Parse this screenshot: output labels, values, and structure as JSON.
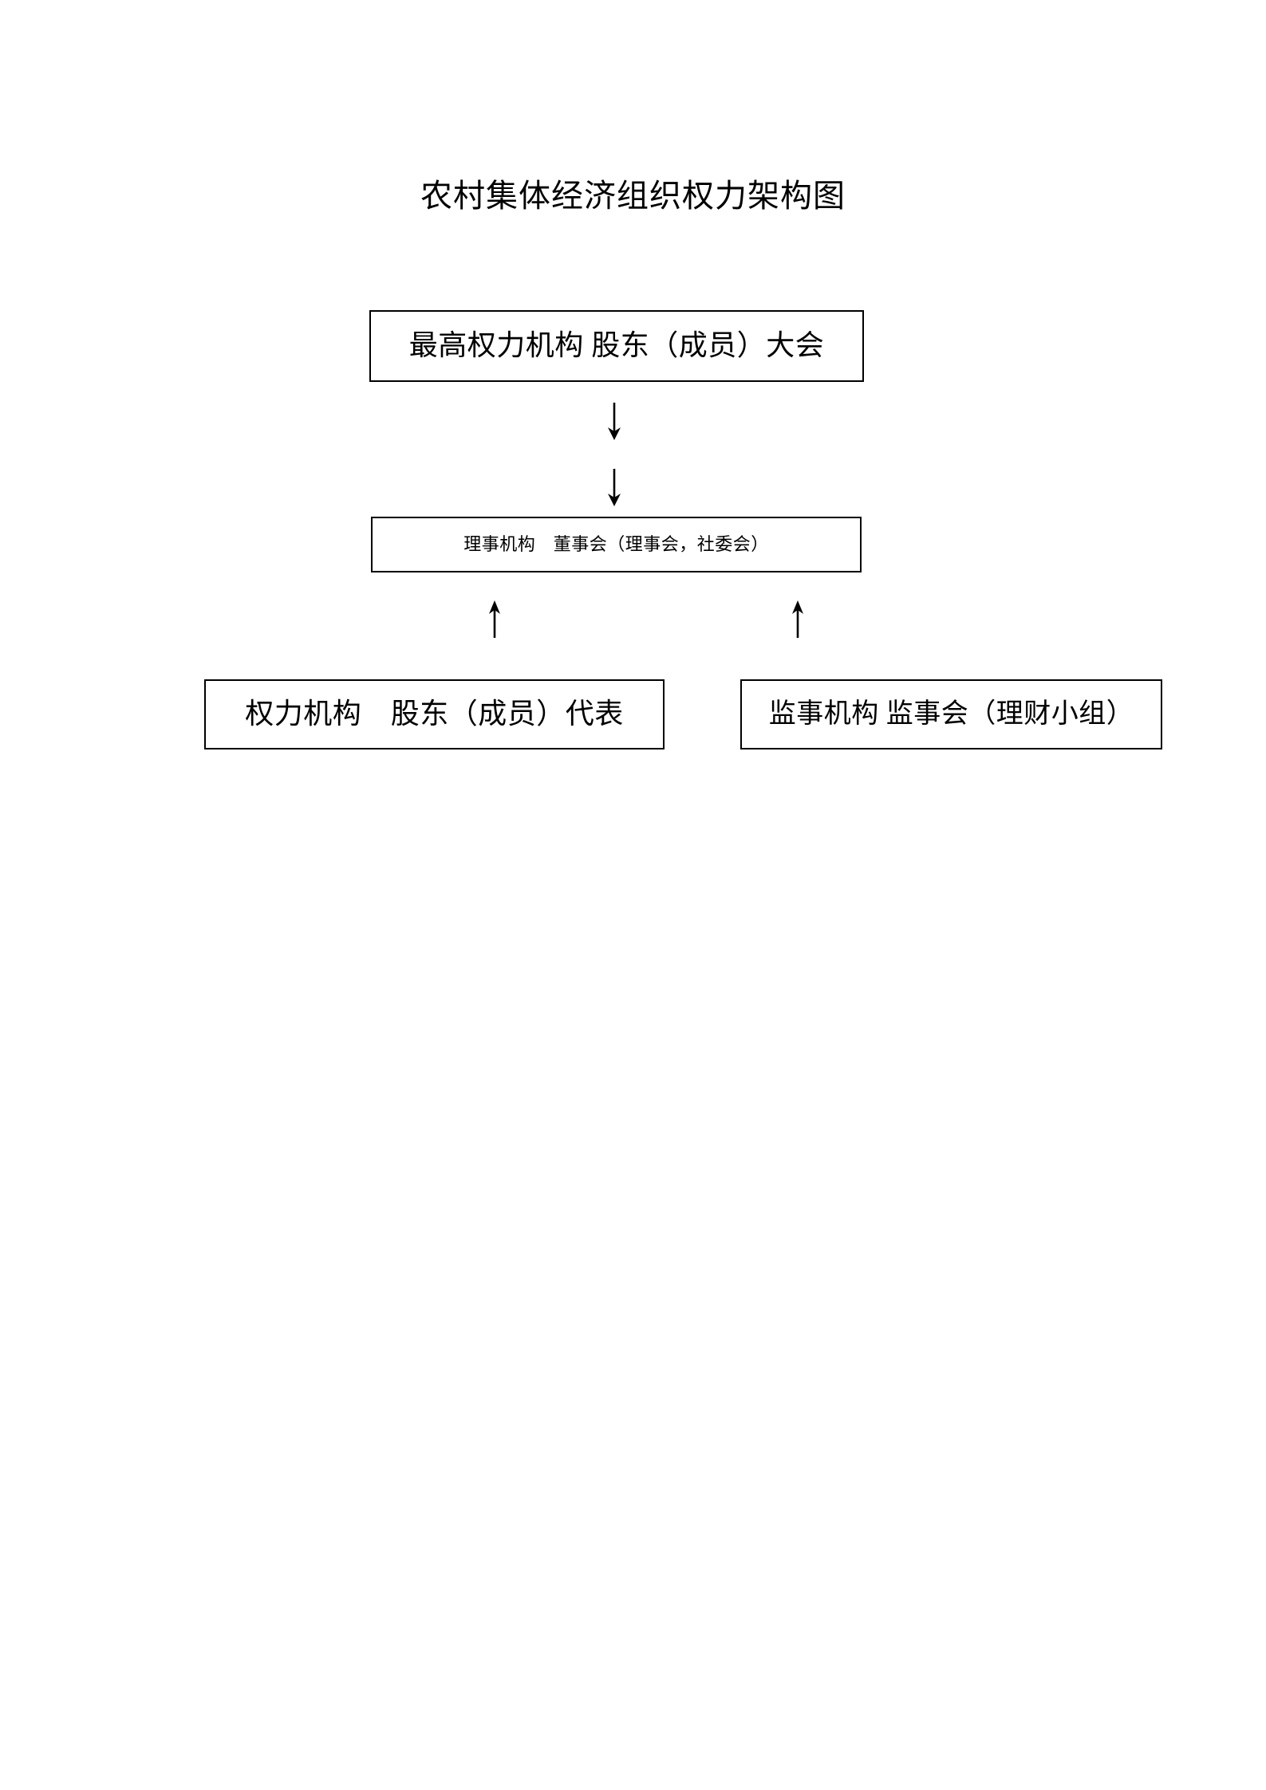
{
  "document": {
    "title": "农村集体经济组织权力架构图",
    "page_background": "#ffffff",
    "line_color": "#000000"
  },
  "diagram": {
    "type": "organization-hierarchy",
    "title": "农村集体经济组织权力架构图",
    "nodes": [
      {
        "id": "supreme-authority",
        "label": "最高权力机构 股东（成员）大会",
        "level": 1
      },
      {
        "id": "board-of-directors",
        "label": "理事机构　董事会（理事会，社委会）",
        "level": 2
      },
      {
        "id": "power-organ",
        "label": "权力机构　股东（成员）代表",
        "level": 3
      },
      {
        "id": "supervisory-organ",
        "label": "监事机构 监事会（理财小组）",
        "level": 3
      }
    ],
    "connectors": [
      {
        "id": "down-1",
        "from": "supreme-authority",
        "to": "board-of-directors",
        "direction": "down"
      },
      {
        "id": "down-2",
        "from": "supreme-authority",
        "to": "board-of-directors",
        "direction": "down"
      },
      {
        "id": "up-left",
        "from": "power-organ",
        "to": "board-of-directors",
        "direction": "up"
      },
      {
        "id": "up-right",
        "from": "supervisory-organ",
        "to": "board-of-directors",
        "direction": "up"
      }
    ]
  }
}
